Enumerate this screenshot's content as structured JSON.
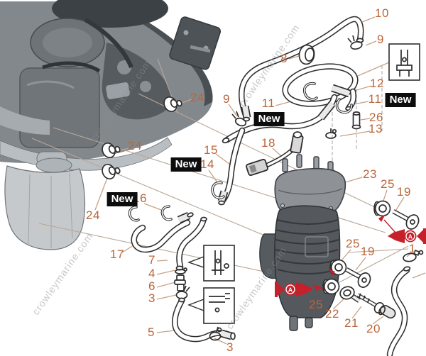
{
  "watermark": {
    "text": "crowleymarine.com"
  },
  "new_label": {
    "text": "New"
  },
  "a_markers": [
    {
      "label": "A"
    },
    {
      "label": "A"
    }
  ],
  "colors": {
    "callout_text": "#b9663a",
    "leader_line": "#c8a285",
    "line_art": "#2d2d2d",
    "marker_red": "#c6202a",
    "new_badge_bg": "#0d0d0d",
    "new_badge_text": "#ffffff"
  },
  "callouts": [
    {
      "text": "10"
    },
    {
      "text": "9"
    },
    {
      "text": "8"
    },
    {
      "text": "12"
    },
    {
      "text": "11"
    },
    {
      "text": "26"
    },
    {
      "text": "13"
    },
    {
      "text": "9"
    },
    {
      "text": "11"
    },
    {
      "text": "24"
    },
    {
      "text": "24"
    },
    {
      "text": "24"
    },
    {
      "text": "15"
    },
    {
      "text": "14"
    },
    {
      "text": "18"
    },
    {
      "text": "16"
    },
    {
      "text": "23"
    },
    {
      "text": "25"
    },
    {
      "text": "19"
    },
    {
      "text": "17"
    },
    {
      "text": "7"
    },
    {
      "text": "4"
    },
    {
      "text": "6"
    },
    {
      "text": "3"
    },
    {
      "text": "5"
    },
    {
      "text": "3"
    },
    {
      "text": "25"
    },
    {
      "text": "19"
    },
    {
      "text": "25"
    },
    {
      "text": "22"
    },
    {
      "text": "21"
    },
    {
      "text": "20"
    },
    {
      "text": "1"
    }
  ]
}
